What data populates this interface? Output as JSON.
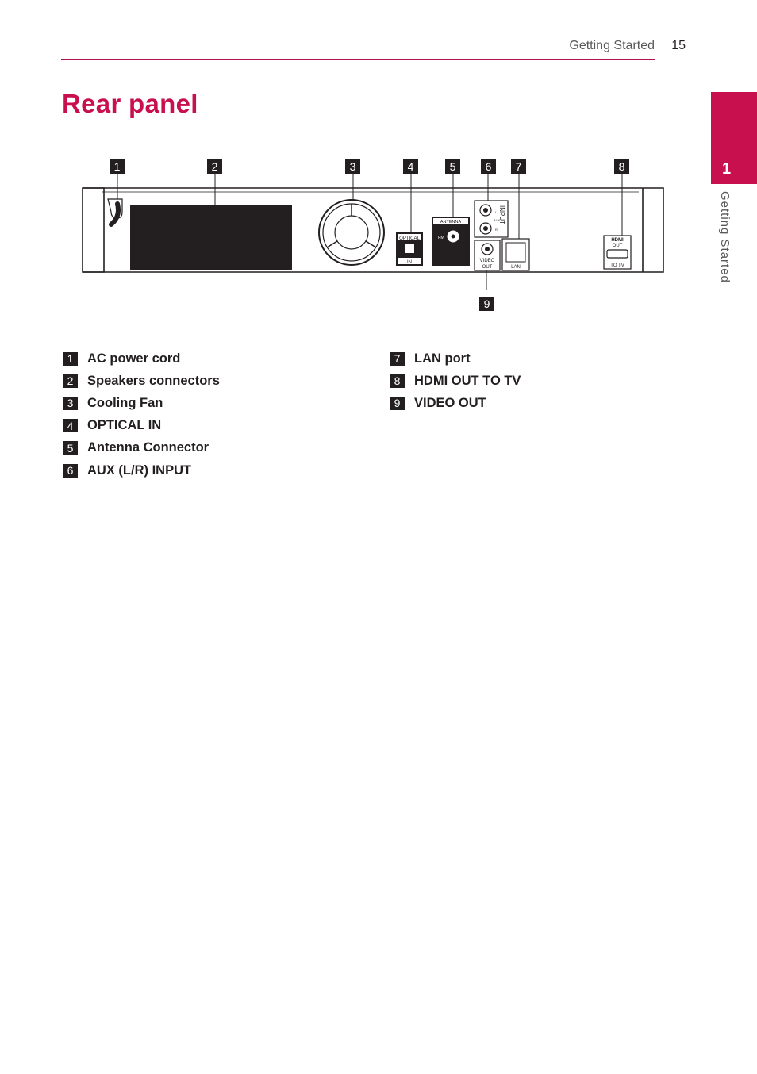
{
  "header": {
    "section": "Getting Started",
    "page_number": "15"
  },
  "title": "Rear panel",
  "chapter_tab": {
    "number": "1",
    "label": "Getting Started",
    "color": "#c8104e"
  },
  "diagram": {
    "callouts": [
      "1",
      "2",
      "3",
      "4",
      "5",
      "6",
      "7",
      "8",
      "9"
    ],
    "panel_labels": {
      "optical_top": "OPTICAL",
      "optical_bottom": "IN",
      "antenna": "ANTENNA",
      "fm": "FM",
      "input": "INPUT",
      "aux": "AUX",
      "aux_l": "L",
      "aux_r": "R",
      "video_top": "VIDEO",
      "video_bottom": "OUT",
      "lan": "LAN",
      "hdmi_top": "HDMI",
      "hdmi_mid": "OUT",
      "hdmi_bottom": "TO TV"
    }
  },
  "legend_left": [
    {
      "num": "1",
      "label": "AC power cord"
    },
    {
      "num": "2",
      "label": "Speakers connectors"
    },
    {
      "num": "3",
      "label": "Cooling Fan"
    },
    {
      "num": "4",
      "label": "OPTICAL IN"
    },
    {
      "num": "5",
      "label": "Antenna Connector"
    },
    {
      "num": "6",
      "label": "AUX (L/R) INPUT"
    }
  ],
  "legend_right": [
    {
      "num": "7",
      "label": "LAN port"
    },
    {
      "num": "8",
      "label": "HDMI OUT TO TV"
    },
    {
      "num": "9",
      "label": "VIDEO OUT"
    }
  ]
}
